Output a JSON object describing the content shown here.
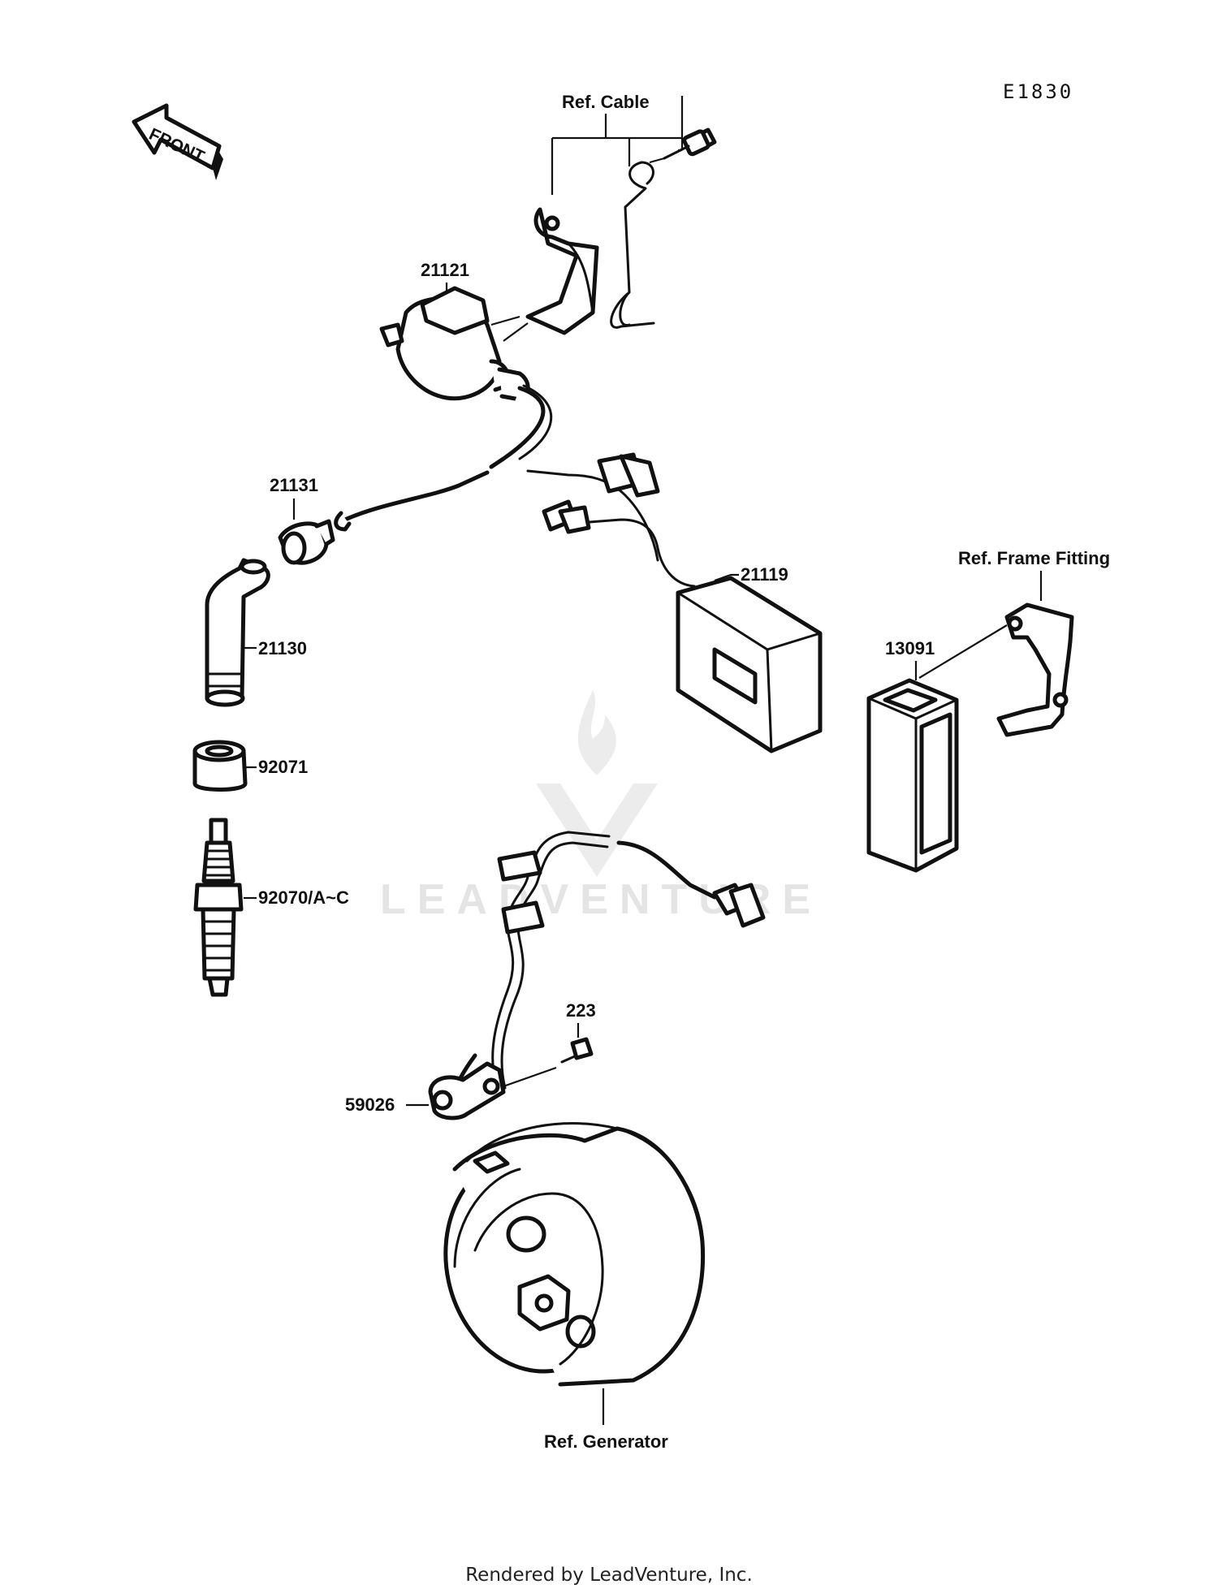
{
  "diagram_code": "E1830",
  "front_arrow_label": "FRONT",
  "labels": {
    "ref_cable": "Ref. Cable",
    "ref_frame_fitting": "Ref. Frame Fitting",
    "ref_generator": "Ref. Generator",
    "p21121": "21121",
    "p21131": "21131",
    "p21130": "21130",
    "p92071": "92071",
    "p92070": "92070/A~C",
    "p21119": "21119",
    "p13091": "13091",
    "p223": "223",
    "p59026": "59026"
  },
  "watermark": "LEADVENTURE",
  "footer": "Rendered by LeadVenture, Inc."
}
